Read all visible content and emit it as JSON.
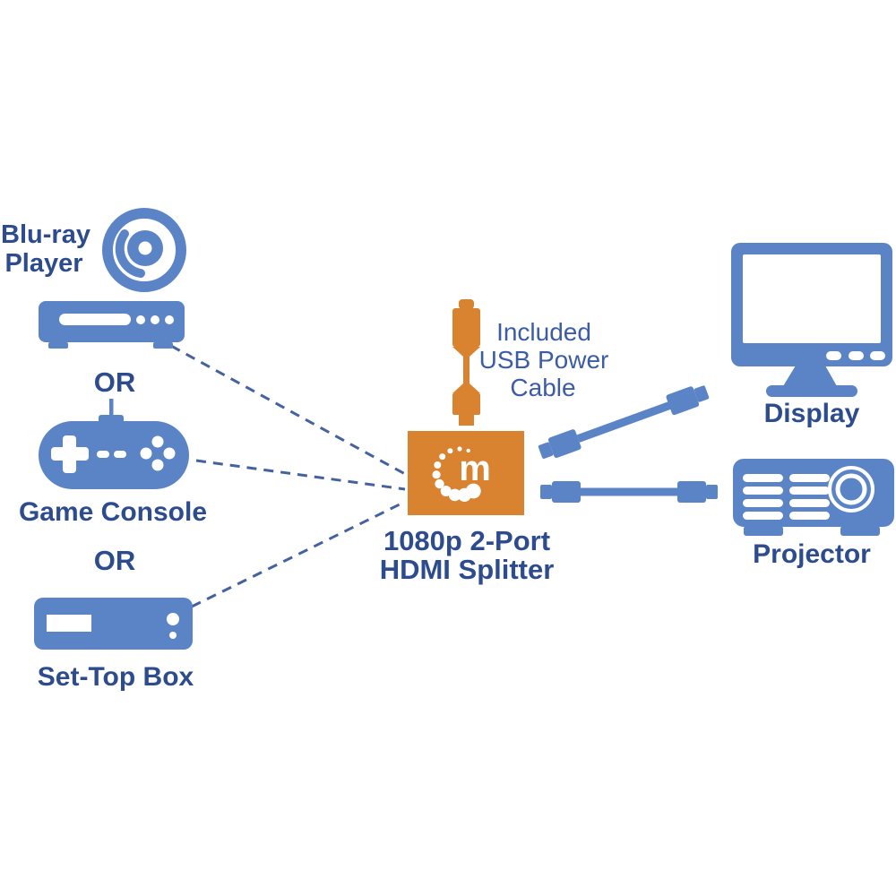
{
  "colors": {
    "device_blue": "#5b84c7",
    "label_navy": "#2d4c8e",
    "note_blue": "#3b5ca6",
    "dash_line_blue": "#44629f",
    "splitter_orange": "#d9822f",
    "white": "#ffffff"
  },
  "sources": {
    "bluray": {
      "label_line1": "Blu-ray",
      "label_line2": "Player"
    },
    "or_1": "OR",
    "game_console": {
      "label": "Game Console"
    },
    "or_2": "OR",
    "set_top_box": {
      "label": "Set-Top Box"
    }
  },
  "splitter": {
    "label_line1": "1080p 2-Port",
    "label_line2": "HDMI Splitter",
    "logo_letter": "m"
  },
  "usb_cable_note": {
    "line1": "Included",
    "line2": "USB Power",
    "line3": "Cable"
  },
  "outputs": {
    "display": {
      "label": "Display"
    },
    "projector": {
      "label": "Projector"
    }
  }
}
